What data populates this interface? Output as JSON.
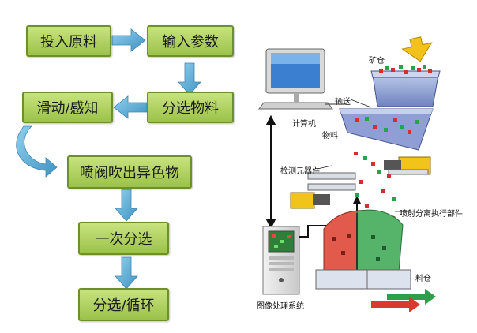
{
  "flow": {
    "step1": "投入原料",
    "step2": "输入参数",
    "step3": "分选物料",
    "step4": "滑动/感知",
    "step5": "喷阀吹出异色物",
    "step6": "一次分选",
    "step7": "分选/循环"
  },
  "machine_labels": {
    "hopper": "矿仓",
    "conveying": "输送",
    "computer": "计算机",
    "material": "物料",
    "detector": "检测元器件",
    "ejector": "喷射分离执行部件",
    "bin": "料仓",
    "image_system": "图像处理系统"
  },
  "colors": {
    "box_fill": "#a9cd57",
    "box_border": "#6e8f2e",
    "arrow": "#57a7cf"
  }
}
